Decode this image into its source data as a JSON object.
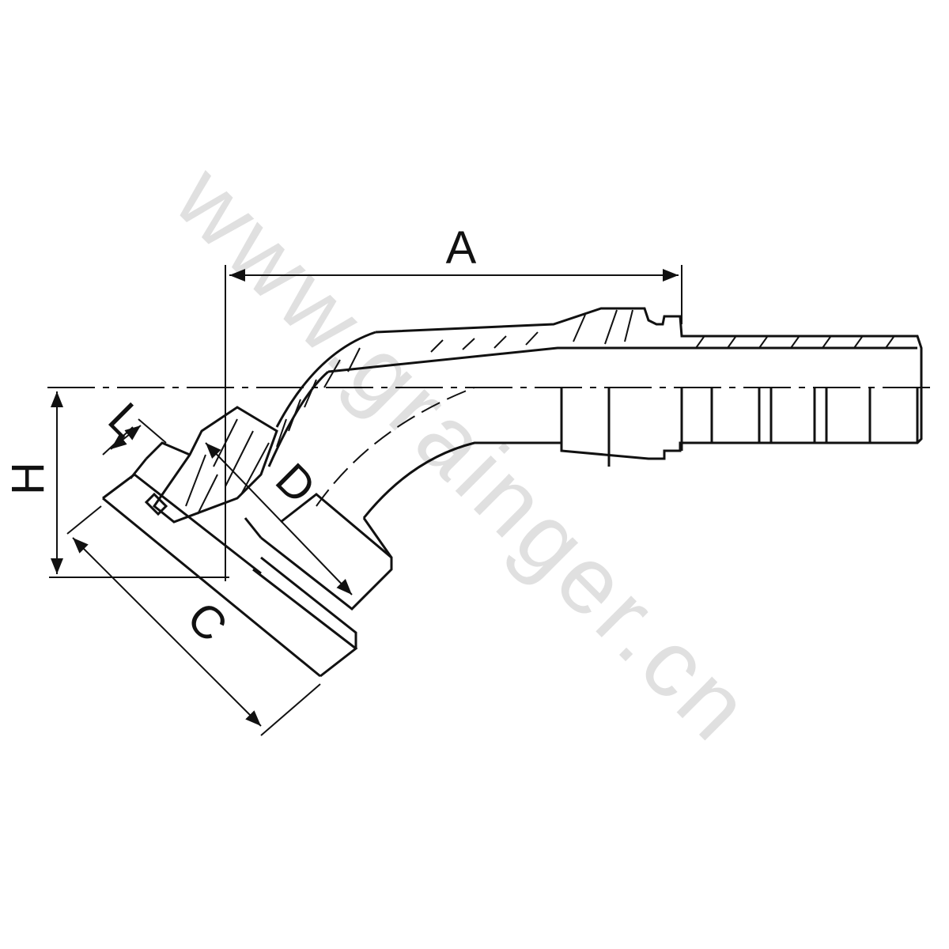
{
  "labels": {
    "a": "A",
    "h": "H",
    "l": "L",
    "d": "D",
    "c": "C"
  },
  "watermark": "www.grainger.cn",
  "colors": {
    "line": "#111111",
    "background": "#ffffff",
    "watermark": "#c8c8c8"
  }
}
